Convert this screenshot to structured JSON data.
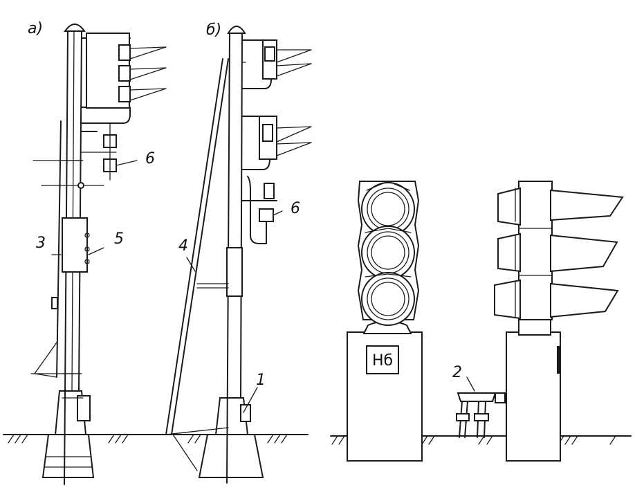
{
  "labels": {
    "fig_a": "а)",
    "fig_b": "б)",
    "n1": "1",
    "n2": "2",
    "n3": "3",
    "n4": "4",
    "n5": "5",
    "n6a": "6",
    "n6b": "6"
  },
  "plate_text": "Нб"
}
